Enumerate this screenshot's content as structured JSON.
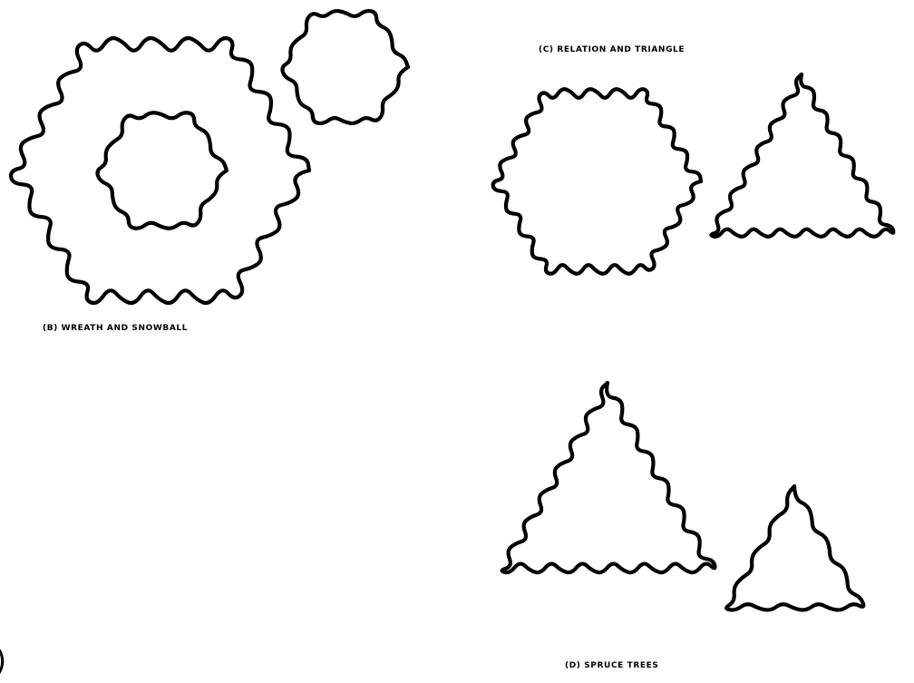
{
  "captions": {
    "wreath_snowball": "(b) WREATH and SNOWBALL",
    "relation_triangle": "(c) RELATION and TRIANGLE",
    "spruce_trees": "(d) SPRUCE TREES"
  },
  "edge_glyph": ")",
  "shapes": [
    {
      "name": "wreath-outer",
      "kind": "hexagon",
      "generation": 3
    },
    {
      "name": "wreath-inner",
      "kind": "hexagon",
      "generation": 2
    },
    {
      "name": "snowball",
      "kind": "hexagon",
      "generation": 2
    },
    {
      "name": "relation",
      "kind": "hexagon",
      "generation": 3
    },
    {
      "name": "triangle",
      "kind": "triangle",
      "generation": 3
    },
    {
      "name": "spruce-large",
      "kind": "triangle",
      "generation": 3
    },
    {
      "name": "spruce-small",
      "kind": "triangle",
      "generation": 2
    }
  ],
  "colors": {
    "stroke": "#000000",
    "background": "#ffffff"
  }
}
